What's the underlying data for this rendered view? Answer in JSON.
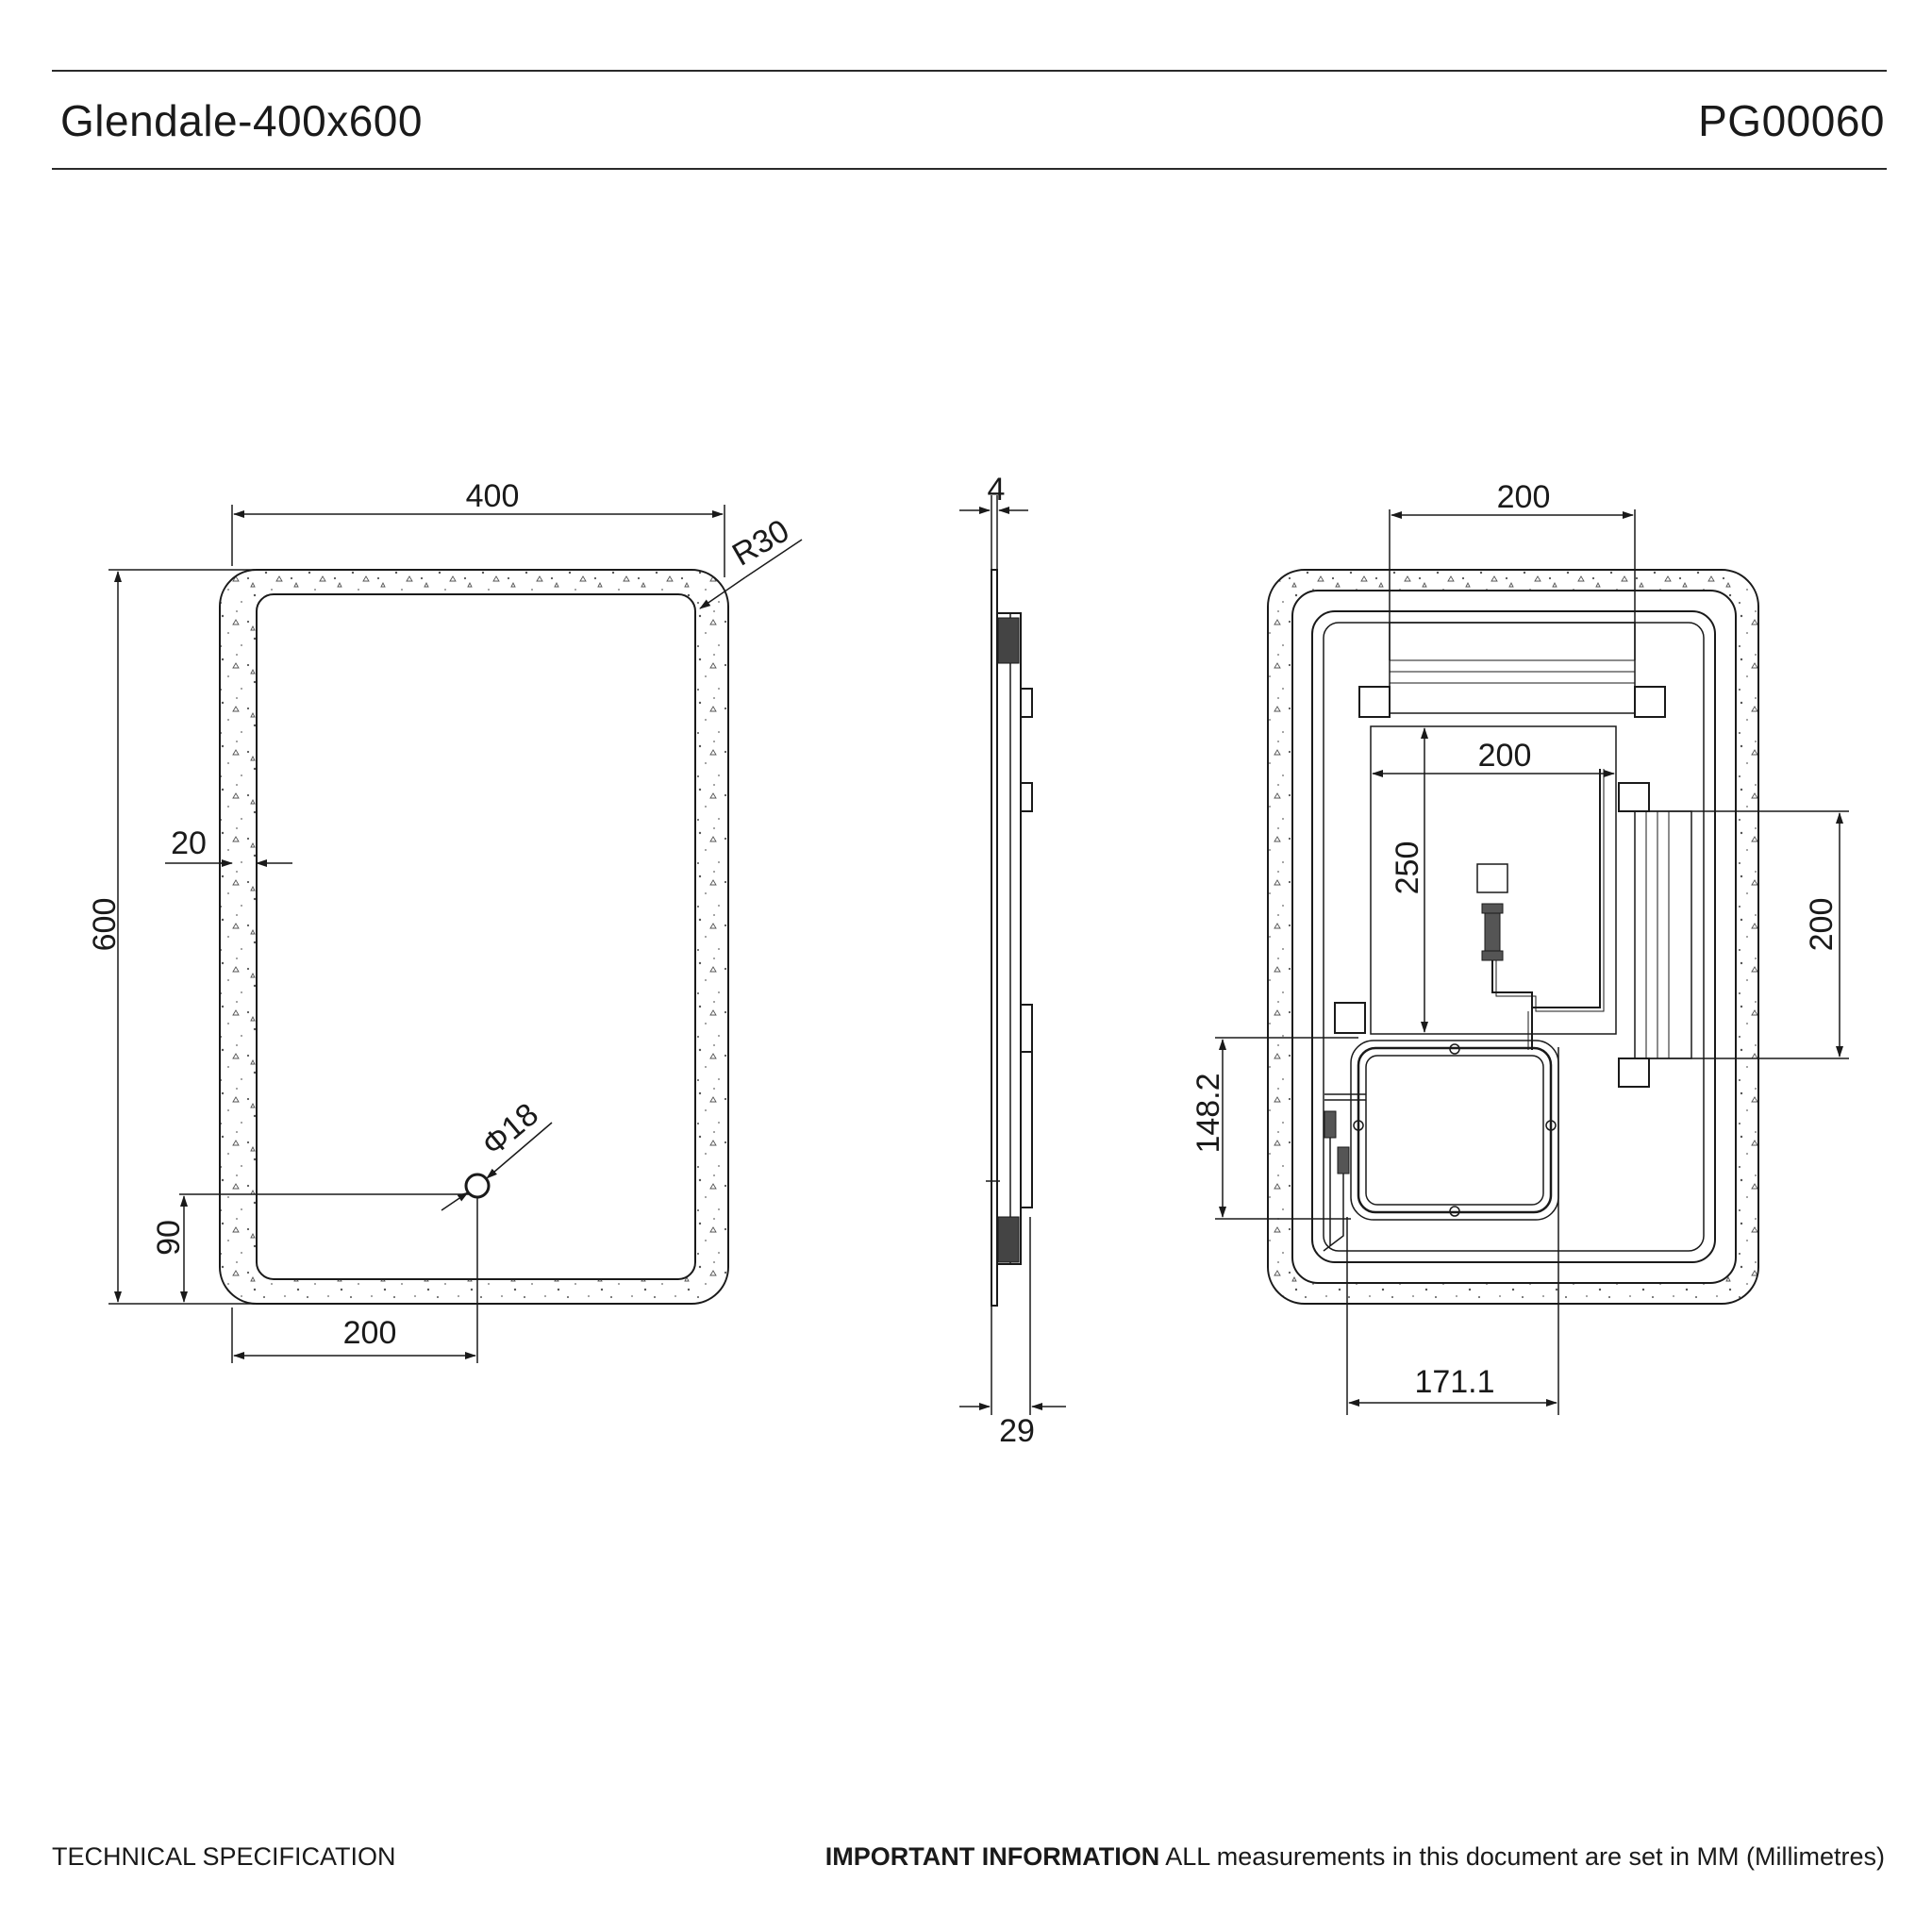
{
  "header": {
    "title": "Glendale-400x600",
    "code": "PG00060"
  },
  "footer": {
    "left": "TECHNICAL SPECIFICATION",
    "important_label": "IMPORTANT INFORMATION",
    "important_text": "ALL measurements in this document are set in MM (Millimetres)"
  },
  "front_view": {
    "width": "400",
    "height": "600",
    "radius": "R30",
    "border": "20",
    "hole_diameter": "Φ18",
    "hole_height": "90",
    "hole_offset": "200"
  },
  "side_view": {
    "glass": "4",
    "depth": "29"
  },
  "back_view": {
    "bracket_top": "200",
    "plate_width": "200",
    "plate_height": "250",
    "bracket_side": "200",
    "box_height": "148.2",
    "box_width": "171.1"
  }
}
